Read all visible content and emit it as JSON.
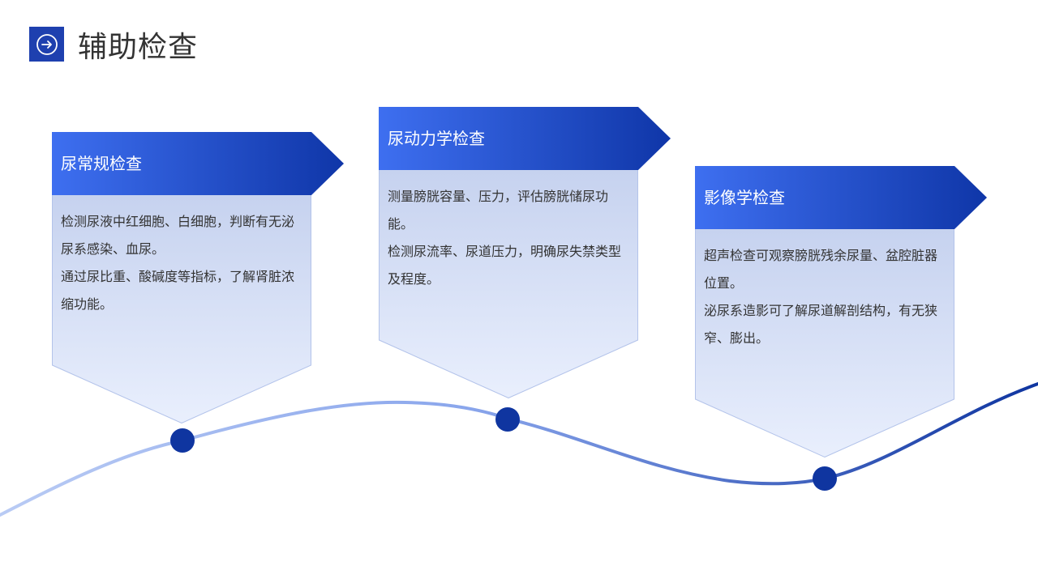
{
  "header": {
    "title": "辅助检查",
    "icon": "arrow-right-circle-icon",
    "icon_bg": "#1e40af"
  },
  "colors": {
    "accent": "#1e40af",
    "card_head_start": "#3e6ff0",
    "card_head_end": "#0f36a8",
    "dot": "#0f35a0",
    "curve_start": "#b9cbf4",
    "curve_end": "#0f35a0"
  },
  "cards": [
    {
      "title": "尿常规检查",
      "lines": [
        "检测尿液中红细胞、白细胞，判断有无泌尿系感染、血尿。",
        "通过尿比重、酸碱度等指标，了解肾脏浓缩功能。"
      ]
    },
    {
      "title": "尿动力学检查",
      "lines": [
        "测量膀胱容量、压力，评估膀胱储尿功能。",
        "检测尿流率、尿道压力，明确尿失禁类型及程度。"
      ]
    },
    {
      "title": "影像学检查",
      "lines": [
        "超声检查可观察膀胱残余尿量、盆腔脏器位置。",
        "泌尿系造影可了解尿道解剖结构，有无狭窄、膨出。"
      ]
    }
  ]
}
